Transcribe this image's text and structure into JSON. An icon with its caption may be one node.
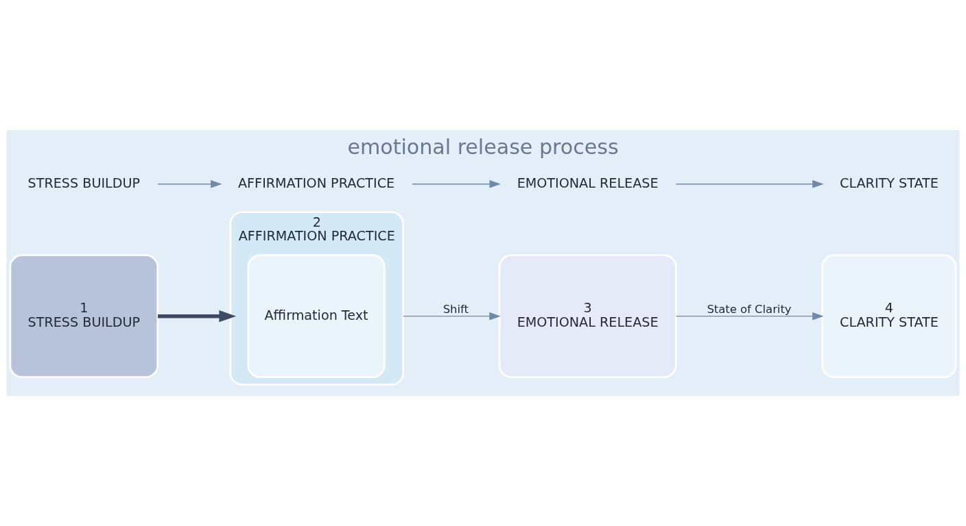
{
  "diagram": {
    "title": "emotional release process",
    "nodes": [
      {
        "text": [
          "1",
          "STRESS BUILDUP"
        ]
      },
      {
        "text": [
          "2",
          "AFFIRMATION PRACTICE"
        ]
      },
      {
        "text": [
          "Affirmation Text"
        ],
        "in": 1
      },
      {
        "text": [
          "3",
          "EMOTIONAL RELEASE"
        ]
      },
      {
        "text": [
          "4",
          "CLARITY STATE"
        ]
      },
      {
        "text": [
          "STRESS BUILDUP"
        ]
      },
      {
        "text": [
          "AFFIRMATION PRACTICE"
        ]
      },
      {
        "text": [
          "EMOTIONAL RELEASE"
        ]
      },
      {
        "text": [
          "CLARITY STATE"
        ]
      }
    ],
    "edges": [
      {
        "from": 0,
        "to": 1,
        "arrow": "to",
        "style": "thick",
        "color": "#3e4a63"
      },
      {
        "from": 1,
        "to": 3,
        "arrow": "to",
        "label": "Shift"
      },
      {
        "from": 3,
        "to": 4,
        "arrow": "to",
        "label": "State of Clarity"
      },
      {
        "from": 5,
        "to": 6,
        "arrow": "to"
      },
      {
        "from": 6,
        "to": 7,
        "arrow": "to"
      },
      {
        "from": 7,
        "to": 8,
        "arrow": "to"
      }
    ]
  }
}
